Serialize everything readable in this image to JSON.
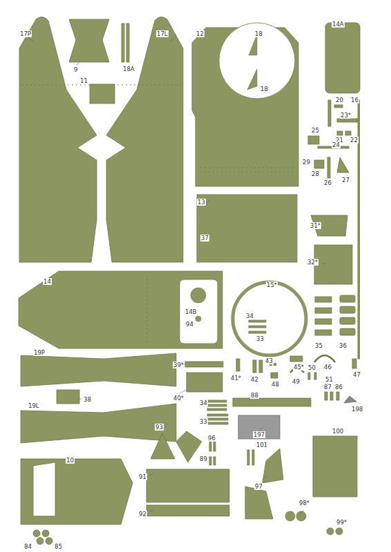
{
  "diagram": {
    "labels": [
      "17P",
      "9",
      "18A",
      "17L",
      "12",
      "18",
      "18",
      "14A",
      "20",
      "16",
      "23*",
      "25",
      "21",
      "22",
      "24",
      "29",
      "28",
      "26",
      "27",
      "11",
      "13",
      "37",
      "31*",
      "32*",
      "14",
      "15*",
      "14B",
      "94",
      "34",
      "33",
      "35",
      "36",
      "19P",
      "39*",
      "41*",
      "42",
      "43",
      "45*",
      "46",
      "47",
      "40*",
      "48",
      "49",
      "50",
      "51",
      "38",
      "34",
      "33",
      "88",
      "87",
      "86",
      "198",
      "19L",
      "197",
      "93",
      "96",
      "89",
      "10",
      "101",
      "100",
      "91",
      "97",
      "92",
      "84",
      "85",
      "98*",
      "99*"
    ]
  }
}
